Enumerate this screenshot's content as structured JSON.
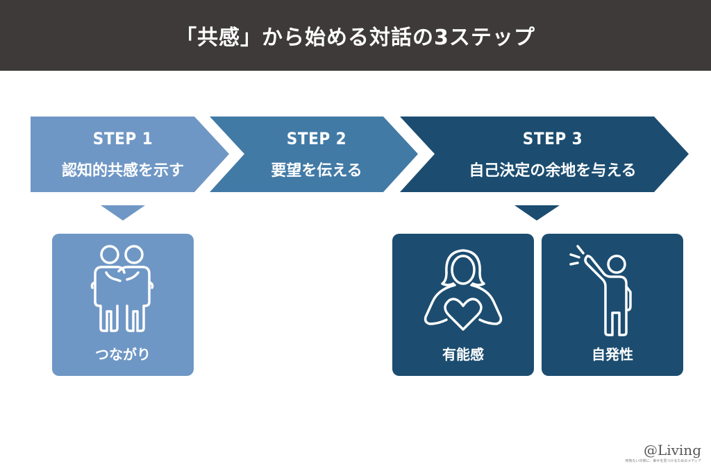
{
  "header": {
    "title": "「共感」から始める対話の3ステップ"
  },
  "colors": {
    "header_bg": "#3d3a39",
    "step1": "#6f97c5",
    "step2": "#427aa6",
    "step3": "#1c4d70"
  },
  "steps": [
    {
      "label": "STEP 1",
      "title": "認知的共感を示す"
    },
    {
      "label": "STEP 2",
      "title": "要望を伝える"
    },
    {
      "label": "STEP 3",
      "title": "自己決定の余地を与える"
    }
  ],
  "cards": [
    {
      "label": "つながり",
      "icon": "two-people-embrace-icon"
    },
    {
      "label": "有能感",
      "icon": "person-holding-heart-icon"
    },
    {
      "label": "自発性",
      "icon": "person-raising-hand-icon"
    }
  ],
  "logo": {
    "main": "@Living",
    "sub": "何気ない日常に、幸せを見つけるためのメディア"
  }
}
